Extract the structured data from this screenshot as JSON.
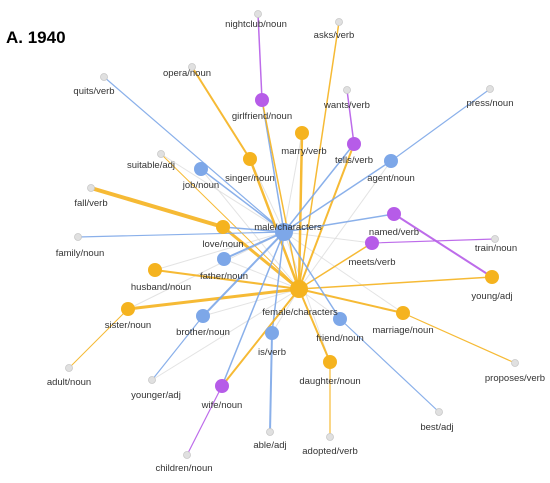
{
  "figure": {
    "panel_label": "A. 1940"
  },
  "colors": {
    "male": "#7da7e8",
    "female": "#f5b31f",
    "both": "#b65ce8",
    "peripheral": "#e0e0e0",
    "peripheral_stroke": "#c8c8c8",
    "faint_edge": "#dcdcdc"
  },
  "hubs": [
    {
      "id": "male",
      "label": "male/characters",
      "group": "male"
    },
    {
      "id": "female",
      "label": "female/characters",
      "group": "female"
    }
  ],
  "nodes": [
    {
      "id": "nightclub",
      "label": "nightclub/noun",
      "group": "peripheral"
    },
    {
      "id": "asks",
      "label": "asks/verb",
      "group": "peripheral"
    },
    {
      "id": "opera",
      "label": "opera/noun",
      "group": "peripheral"
    },
    {
      "id": "quits",
      "label": "quits/verb",
      "group": "peripheral"
    },
    {
      "id": "wants",
      "label": "wants/verb",
      "group": "peripheral"
    },
    {
      "id": "press",
      "label": "press/noun",
      "group": "peripheral"
    },
    {
      "id": "girlfriend",
      "label": "girlfriend/noun",
      "group": "both"
    },
    {
      "id": "marry",
      "label": "marry/verb",
      "group": "female"
    },
    {
      "id": "tells",
      "label": "tells/verb",
      "group": "both"
    },
    {
      "id": "agent",
      "label": "agent/noun",
      "group": "male"
    },
    {
      "id": "suitable",
      "label": "suitable/adj",
      "group": "peripheral"
    },
    {
      "id": "job",
      "label": "job/noun",
      "group": "male"
    },
    {
      "id": "singer",
      "label": "singer/noun",
      "group": "female"
    },
    {
      "id": "fall",
      "label": "fall/verb",
      "group": "peripheral"
    },
    {
      "id": "named",
      "label": "named/verb",
      "group": "both"
    },
    {
      "id": "love",
      "label": "love/noun",
      "group": "female"
    },
    {
      "id": "family",
      "label": "family/noun",
      "group": "peripheral"
    },
    {
      "id": "meets",
      "label": "meets/verb",
      "group": "both"
    },
    {
      "id": "train",
      "label": "train/noun",
      "group": "peripheral"
    },
    {
      "id": "father",
      "label": "father/noun",
      "group": "male"
    },
    {
      "id": "husband",
      "label": "husband/noun",
      "group": "female"
    },
    {
      "id": "young",
      "label": "young/adj",
      "group": "female"
    },
    {
      "id": "sister",
      "label": "sister/noun",
      "group": "female"
    },
    {
      "id": "brother",
      "label": "brother/noun",
      "group": "male"
    },
    {
      "id": "marriage",
      "label": "marriage/noun",
      "group": "female"
    },
    {
      "id": "friend",
      "label": "friend/noun",
      "group": "male"
    },
    {
      "id": "is",
      "label": "is/verb",
      "group": "male"
    },
    {
      "id": "adult",
      "label": "adult/noun",
      "group": "peripheral"
    },
    {
      "id": "younger",
      "label": "younger/adj",
      "group": "peripheral"
    },
    {
      "id": "daughter",
      "label": "daughter/noun",
      "group": "female"
    },
    {
      "id": "proposes",
      "label": "proposes/verb",
      "group": "peripheral"
    },
    {
      "id": "wife",
      "label": "wife/noun",
      "group": "both"
    },
    {
      "id": "best",
      "label": "best/adj",
      "group": "peripheral"
    },
    {
      "id": "able",
      "label": "able/adj",
      "group": "peripheral"
    },
    {
      "id": "adopted",
      "label": "adopted/verb",
      "group": "peripheral"
    },
    {
      "id": "children",
      "label": "children/noun",
      "group": "peripheral"
    }
  ],
  "edges": [
    {
      "source": "nightclub",
      "target": "girlfriend",
      "color": "both",
      "weight": 1.5
    },
    {
      "source": "asks",
      "target": "female",
      "color": "female",
      "weight": 1.5
    },
    {
      "source": "opera",
      "target": "singer",
      "color": "female",
      "weight": 2
    },
    {
      "source": "quits",
      "target": "male",
      "color": "male",
      "weight": 1.2
    },
    {
      "source": "wants",
      "target": "tells",
      "color": "both",
      "weight": 1.5
    },
    {
      "source": "press",
      "target": "agent",
      "color": "male",
      "weight": 1.2
    },
    {
      "source": "girlfriend",
      "target": "male",
      "color": "male",
      "weight": 1.5
    },
    {
      "source": "girlfriend",
      "target": "female",
      "color": "female",
      "weight": 1.5
    },
    {
      "source": "marry",
      "target": "female",
      "color": "female",
      "weight": 2.5
    },
    {
      "source": "tells",
      "target": "male",
      "color": "male",
      "weight": 1.5
    },
    {
      "source": "tells",
      "target": "female",
      "color": "female",
      "weight": 2
    },
    {
      "source": "agent",
      "target": "male",
      "color": "male",
      "weight": 1.5
    },
    {
      "source": "suitable",
      "target": "female",
      "color": "female",
      "weight": 1
    },
    {
      "source": "job",
      "target": "male",
      "color": "male",
      "weight": 1.5
    },
    {
      "source": "singer",
      "target": "female",
      "color": "female",
      "weight": 2.5
    },
    {
      "source": "fall",
      "target": "love",
      "color": "female",
      "weight": 4
    },
    {
      "source": "named",
      "target": "male",
      "color": "male",
      "weight": 1.5
    },
    {
      "source": "named",
      "target": "young",
      "color": "both",
      "weight": 2
    },
    {
      "source": "love",
      "target": "male",
      "color": "male",
      "weight": 1.5
    },
    {
      "source": "love",
      "target": "female",
      "color": "female",
      "weight": 3
    },
    {
      "source": "family",
      "target": "male",
      "color": "male",
      "weight": 1.2
    },
    {
      "source": "meets",
      "target": "female",
      "color": "female",
      "weight": 1.5
    },
    {
      "source": "meets",
      "target": "train",
      "color": "both",
      "weight": 1.2
    },
    {
      "source": "father",
      "target": "male",
      "color": "male",
      "weight": 2
    },
    {
      "source": "husband",
      "target": "female",
      "color": "female",
      "weight": 2
    },
    {
      "source": "female",
      "target": "young",
      "color": "female",
      "weight": 1.5
    },
    {
      "source": "sister",
      "target": "female",
      "color": "female",
      "weight": 3
    },
    {
      "source": "brother",
      "target": "male",
      "color": "male",
      "weight": 2
    },
    {
      "source": "marriage",
      "target": "female",
      "color": "female",
      "weight": 2
    },
    {
      "source": "friend",
      "target": "male",
      "color": "male",
      "weight": 1.5
    },
    {
      "source": "is",
      "target": "male",
      "color": "male",
      "weight": 1.5
    },
    {
      "source": "adult",
      "target": "sister",
      "color": "female",
      "weight": 1
    },
    {
      "source": "younger",
      "target": "brother",
      "color": "male",
      "weight": 1.2
    },
    {
      "source": "daughter",
      "target": "female",
      "color": "female",
      "weight": 2
    },
    {
      "source": "marriage",
      "target": "proposes",
      "color": "female",
      "weight": 1.2
    },
    {
      "source": "wife",
      "target": "female",
      "color": "female",
      "weight": 2
    },
    {
      "source": "wife",
      "target": "male",
      "color": "male",
      "weight": 1.5
    },
    {
      "source": "friend",
      "target": "best",
      "color": "male",
      "weight": 1.2
    },
    {
      "source": "is",
      "target": "able",
      "color": "male",
      "weight": 2
    },
    {
      "source": "daughter",
      "target": "adopted",
      "color": "female",
      "weight": 1.2
    },
    {
      "source": "wife",
      "target": "children",
      "color": "both",
      "weight": 1.2
    },
    {
      "source": "husband",
      "target": "male",
      "color": "faint",
      "weight": 1
    },
    {
      "source": "sister",
      "target": "male",
      "color": "faint",
      "weight": 1
    },
    {
      "source": "daughter",
      "target": "male",
      "color": "faint",
      "weight": 1
    },
    {
      "source": "job",
      "target": "female",
      "color": "faint",
      "weight": 1
    },
    {
      "source": "agent",
      "target": "female",
      "color": "faint",
      "weight": 1
    },
    {
      "source": "brother",
      "target": "female",
      "color": "faint",
      "weight": 1
    },
    {
      "source": "friend",
      "target": "female",
      "color": "faint",
      "weight": 1
    },
    {
      "source": "father",
      "target": "female",
      "color": "faint",
      "weight": 1
    },
    {
      "source": "marriage",
      "target": "male",
      "color": "faint",
      "weight": 1
    },
    {
      "source": "younger",
      "target": "female",
      "color": "faint",
      "weight": 1
    },
    {
      "source": "suitable",
      "target": "male",
      "color": "faint",
      "weight": 1
    },
    {
      "source": "marry",
      "target": "male",
      "color": "faint",
      "weight": 1
    },
    {
      "source": "singer",
      "target": "male",
      "color": "faint",
      "weight": 1
    },
    {
      "source": "is",
      "target": "female",
      "color": "faint",
      "weight": 1
    },
    {
      "source": "meets",
      "target": "male",
      "color": "faint",
      "weight": 1
    }
  ]
}
